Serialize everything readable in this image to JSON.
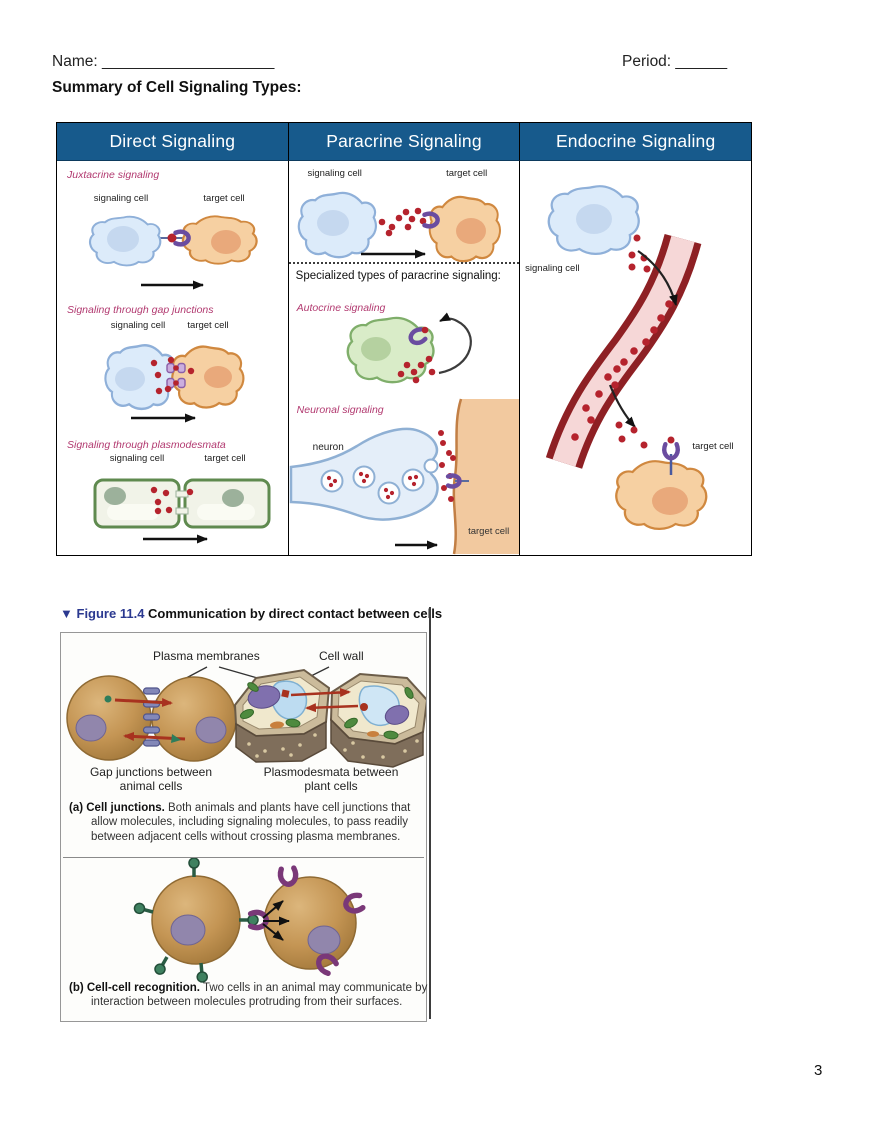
{
  "page": {
    "name_label": "Name: ____________________",
    "period_label": "Period: ______",
    "title": "Summary of Cell Signaling Types:",
    "page_number": "3"
  },
  "colors": {
    "table_header_bg": "#175a8c",
    "table_header_text": "#ffffff",
    "section_heading": "#b23a70",
    "figure_label": "#2b3990",
    "signal_dot": "#b5232d",
    "vessel_wall": "#8e2024",
    "vessel_lumen": "#f6d7d7"
  },
  "table": {
    "columns": [
      {
        "title": "Direct Signaling"
      },
      {
        "title": "Paracrine Signaling"
      },
      {
        "title": "Endocrine Signaling"
      }
    ]
  },
  "labels": {
    "signaling_cell": "signaling cell",
    "target_cell": "target cell",
    "neuron": "neuron"
  },
  "direct": {
    "juxtacrine_heading": "Juxtacrine signaling",
    "gap_junction_heading": "Signaling through gap junctions",
    "plasmodesmata_heading": "Signaling through plasmodesmata"
  },
  "paracrine": {
    "specialized_note": "Specialized types of paracrine signaling:",
    "autocrine_heading": "Autocrine signaling",
    "neuronal_heading": "Neuronal signaling"
  },
  "figure": {
    "marker": "▼",
    "label": "Figure 11.4",
    "title": "Communication by direct contact between cells",
    "plasma_membranes_label": "Plasma membranes",
    "cell_wall_label": "Cell wall",
    "gap_junction_caption": "Gap junctions between animal cells",
    "plasmodesmata_caption": "Plasmodesmata between plant cells",
    "panel_a_lead": "(a) Cell junctions.",
    "panel_a_text": "Both animals and plants have cell junctions that allow molecules, including signaling molecules, to pass readily between adjacent cells without crossing plasma membranes.",
    "panel_b_lead": "(b) Cell-cell recognition.",
    "panel_b_text": "Two cells in an animal may communicate by interaction between molecules protruding from their surfaces."
  }
}
